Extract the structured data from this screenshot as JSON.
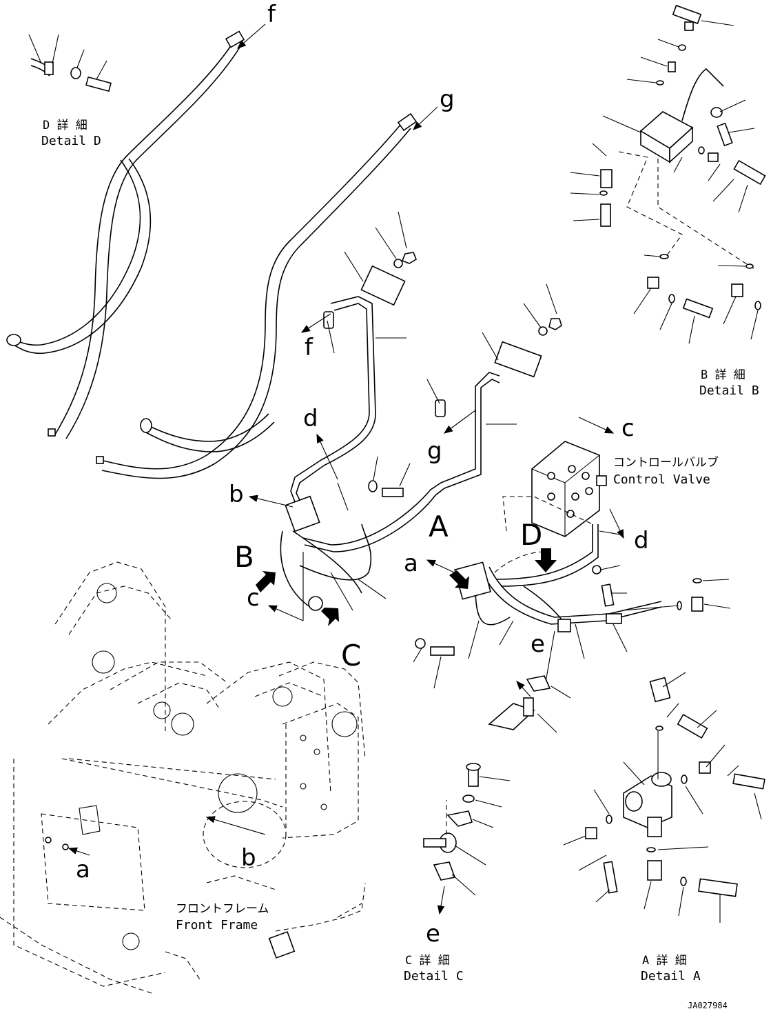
{
  "callouts": {
    "f_top": "f",
    "g_top": "g",
    "f_mid": "f",
    "g_mid": "g",
    "d_left": "d",
    "d_right": "d",
    "b_left": "b",
    "b_frame": "b",
    "B_big": "B",
    "c_left": "c",
    "C_big": "C",
    "A_big": "A",
    "a_mid": "a",
    "a_frame": "a",
    "D_big": "D",
    "c_right": "c",
    "e_mid": "e",
    "e_detail": "e"
  },
  "details": {
    "D": {
      "ja": "D 詳 細",
      "en": "Detail D"
    },
    "B": {
      "ja": "B 詳 細",
      "en": "Detail B"
    },
    "C": {
      "ja": "C 詳 細",
      "en": "Detail C"
    },
    "A": {
      "ja": "A 詳 細",
      "en": "Detail A"
    }
  },
  "labels": {
    "control_valve_ja": "コントロールバルブ",
    "control_valve_en": "Control Valve",
    "front_frame_ja": "フロントフレーム",
    "front_frame_en": "Front Frame"
  },
  "drawing_number": "JA027984"
}
